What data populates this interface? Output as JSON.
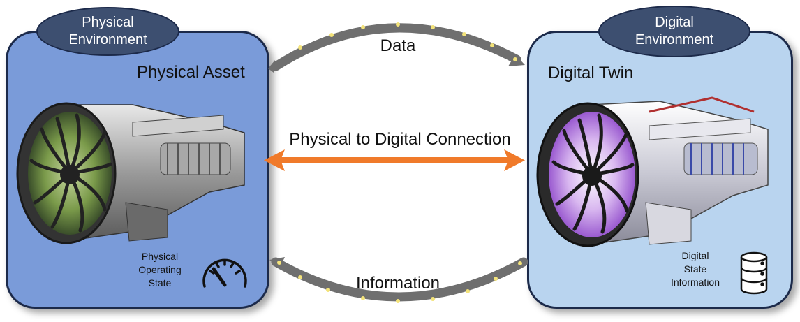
{
  "physical_environment": {
    "env_line1": "Physical",
    "env_line2": "Environment",
    "asset_title": "Physical Asset",
    "state_line1": "Physical",
    "state_line2": "Operating",
    "state_line3": "State"
  },
  "digital_environment": {
    "env_line1": "Digital",
    "env_line2": "Environment",
    "twin_title": "Digital Twin",
    "state_line1": "Digital",
    "state_line2": "State",
    "state_line3": "Information"
  },
  "connections": {
    "data": "Data",
    "link": "Physical to Digital Connection",
    "information": "Information"
  },
  "colors": {
    "physical_panel": "#7a9bd9",
    "digital_panel": "#b9d4ef",
    "env_badge": "#3d4f70",
    "connection_arrow": "#f07a2a",
    "flow_arrow": "#6f6f6f"
  },
  "icons": {
    "physical_asset": "jet-engine-icon",
    "digital_twin": "jet-engine-twin-icon",
    "operating_state": "gauge-icon",
    "state_information": "database-icon"
  }
}
